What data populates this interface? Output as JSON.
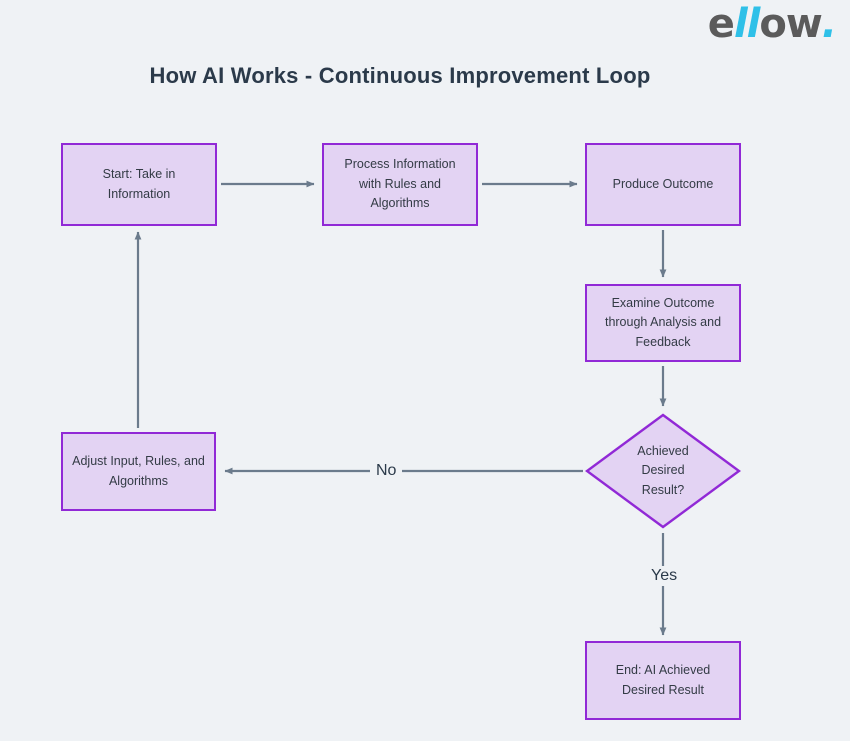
{
  "brand": {
    "logo_dark_1": "e",
    "logo_cyan_1": "ll",
    "logo_dark_2": "ow",
    "logo_cyan_2": ".",
    "logo_full": "ellow.",
    "colors": {
      "logo_dark": "#5b5b5b",
      "logo_cyan": "#2ec0e8"
    }
  },
  "page": {
    "title": "How AI Works - Continuous Improvement Loop",
    "background": "#eff2f5",
    "title_color": "#2b3a4a"
  },
  "chart_data": {
    "type": "diagram",
    "diagram_type": "flowchart",
    "title": "How AI Works - Continuous Improvement Loop",
    "node_fill": "#e3d3f3",
    "node_border": "#9129d6",
    "connector_color": "#6b7b8c",
    "nodes": [
      {
        "id": "start",
        "label": "Start: Take in\nInformation",
        "shape": "rectangle"
      },
      {
        "id": "process",
        "label": "Process Information\nwith Rules and\nAlgorithms",
        "shape": "rectangle"
      },
      {
        "id": "produce",
        "label": "Produce Outcome",
        "shape": "rectangle"
      },
      {
        "id": "examine",
        "label": "Examine Outcome\nthrough Analysis and\nFeedback",
        "shape": "rectangle"
      },
      {
        "id": "decision",
        "label": "Achieved\nDesired\nResult?",
        "shape": "diamond"
      },
      {
        "id": "adjust",
        "label": "Adjust Input, Rules, and\nAlgorithms",
        "shape": "rectangle"
      },
      {
        "id": "end",
        "label": "End: AI Achieved\nDesired Result",
        "shape": "rectangle"
      }
    ],
    "edges": [
      {
        "from": "start",
        "to": "process",
        "label": "",
        "direction": "right"
      },
      {
        "from": "process",
        "to": "produce",
        "label": "",
        "direction": "right"
      },
      {
        "from": "produce",
        "to": "examine",
        "label": "",
        "direction": "down"
      },
      {
        "from": "examine",
        "to": "decision",
        "label": "",
        "direction": "down"
      },
      {
        "from": "decision",
        "to": "adjust",
        "label": "No",
        "direction": "left"
      },
      {
        "from": "decision",
        "to": "end",
        "label": "Yes",
        "direction": "down"
      },
      {
        "from": "adjust",
        "to": "start",
        "label": "",
        "direction": "up"
      }
    ]
  },
  "labels": {
    "no": "No",
    "yes": "Yes"
  }
}
